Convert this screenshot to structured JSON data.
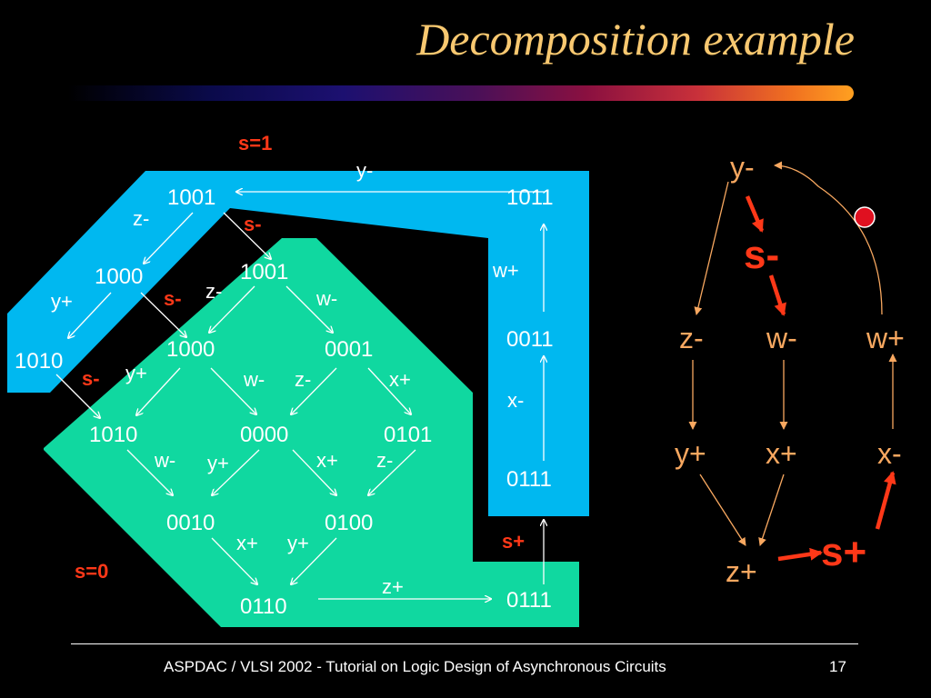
{
  "title": "Decomposition example",
  "colors": {
    "title": "#f8c870",
    "blue_region": "#00b8f0",
    "green_region": "#10d8a0",
    "red_label": "#ff3818",
    "flow_arrow": "#f8a860",
    "text": "#ffffff",
    "state_dot": "#e01020"
  },
  "left_graph": {
    "region_labels": {
      "s1": "s=1",
      "s0": "s=0"
    },
    "states": {
      "b1001": "1001",
      "b1011": "1011",
      "b1000": "1000",
      "b1010": "1010",
      "g1001": "1001",
      "g1000": "1000",
      "g0001": "0001",
      "g1010": "1010",
      "g0000": "0000",
      "g0101": "0101",
      "g0010": "0010",
      "g0100": "0100",
      "g0110": "0110",
      "g0111": "0111",
      "r0011": "0011",
      "r0111": "0111"
    },
    "edges": {
      "y_minus_top": "y-",
      "z_minus_blue": "z-",
      "s_minus_1": "s-",
      "w_plus": "w+",
      "y_plus_blue": "y+",
      "s_minus_2": "s-",
      "z_minus_green": "z-",
      "w_minus_green": "w-",
      "s_minus_3": "s-",
      "y_plus_1000": "y+",
      "w_minus_1000": "w-",
      "z_minus_0001": "z-",
      "x_plus_0001": "x+",
      "x_minus_right": "x-",
      "w_minus_1010": "w-",
      "y_plus_0000": "y+",
      "x_plus_0000": "x+",
      "z_minus_0101": "z-",
      "x_plus_0010": "x+",
      "y_plus_0100": "y+",
      "s_plus": "s+",
      "z_plus": "z+"
    }
  },
  "right_graph": {
    "nodes": {
      "y_minus": "y-",
      "s_minus": "s-",
      "z_minus": "z-",
      "w_minus": "w-",
      "w_plus": "w+",
      "y_plus": "y+",
      "x_plus": "x+",
      "x_minus": "x-",
      "z_plus": "z+",
      "s_plus": "s+"
    }
  },
  "footer": {
    "text": "ASPDAC / VLSI 2002 - Tutorial on Logic Design of Asynchronous Circuits",
    "page": "17"
  }
}
